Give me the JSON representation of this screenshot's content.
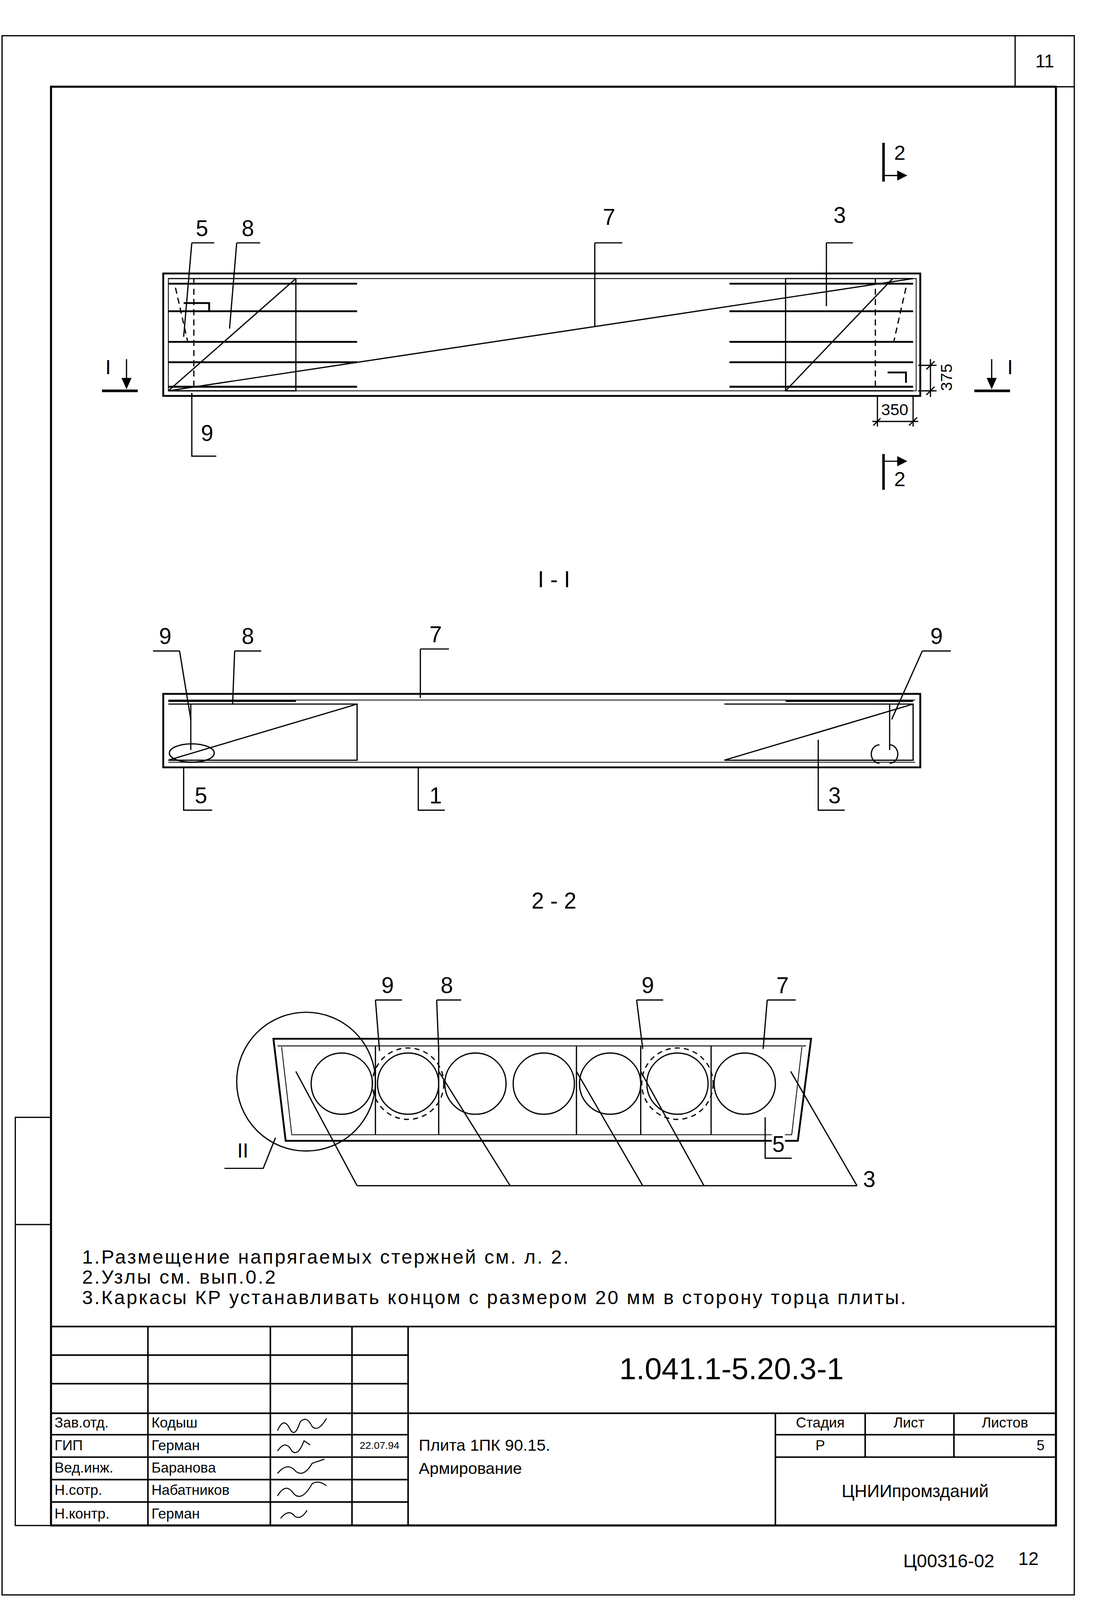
{
  "diagram": {
    "labels": [
      "11",
      "5",
      "8",
      "7",
      "3",
      "2",
      "2",
      "I",
      "I",
      "375",
      "350",
      "9",
      "I - I",
      "9",
      "8",
      "7",
      "9",
      "5",
      "1",
      "3",
      "2 - 2",
      "9",
      "8",
      "9",
      "7",
      "5",
      "3",
      "II",
      "1.Размещение напрягаемых стержней см. л. 2.",
      "2.Узлы см. вып.0.2",
      "3.Каркасы КР устанавливать концом с размером 20 мм в сторону торца плиты.",
      "1.041.1-5.20.3-1",
      "Зав.отд.",
      "Кодыш",
      "ГИП",
      "Герман",
      "22.07.94",
      "Вед.инж.",
      "Баранова",
      "Н.сотр.",
      "Набатников",
      "Н.контр.",
      "Герман",
      "Плита 1ПК 90.15.",
      "Армирование",
      "Стадия",
      "Лист",
      "Листов",
      "Р",
      "5",
      "ЦНИИпромзданий",
      "Ц00316-02",
      "12"
    ]
  }
}
